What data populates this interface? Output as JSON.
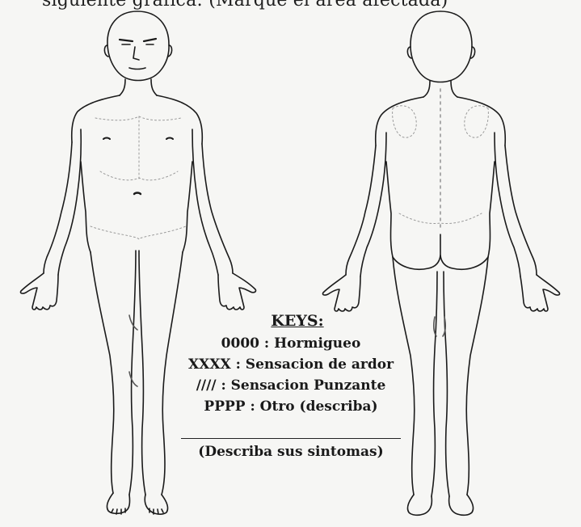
{
  "header_text": "siguiente gráfica: (Marque el área afectada)",
  "keys": {
    "title": "KEYS:",
    "items": [
      "0000 : Hormigueo",
      "XXXX : Sensacion de ardor",
      "//// : Sensacion Punzante",
      "PPPP : Otro (describa)"
    ],
    "description_label": "(Describa sus sintomas)"
  }
}
